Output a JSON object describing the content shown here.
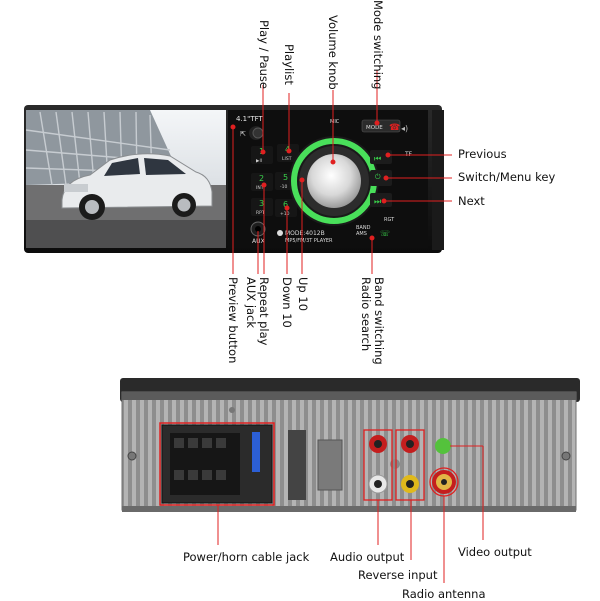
{
  "front": {
    "screen_size": "4.1\"TFT",
    "mic": "MIC",
    "mode_button": "MODE",
    "model": "MODE:4012B",
    "player_type": "MP5/FM/3T PLAYER",
    "aux": "AUX",
    "tf": "TF",
    "rgt": "RGT",
    "band_ams": "BAND\nAMS",
    "keys": [
      {
        "num": "1",
        "sub": "▶II"
      },
      {
        "num": "2",
        "sub": "INT"
      },
      {
        "num": "3",
        "sub": "RPT"
      },
      {
        "num": "4",
        "sub": "LIST"
      },
      {
        "num": "5",
        "sub": "-10"
      },
      {
        "num": "6",
        "sub": "+10"
      }
    ]
  },
  "labels": {
    "top": [
      "Play / Pause",
      "Playlist",
      "Volume knob",
      "Mode switching"
    ],
    "right": [
      "Previous",
      "Switch/Menu key",
      "Next"
    ],
    "bottom": [
      "Preview button",
      "Repeat play",
      "AUX jack",
      "Down 10",
      "Up 10",
      "Band switching",
      "Radio search"
    ]
  },
  "back_labels": {
    "power": "Power/horn cable jack",
    "audio": "Audio output",
    "reverse": "Reverse input",
    "radio": "Radio antenna",
    "video": "Video output"
  },
  "colors": {
    "accent_red": "#e02020",
    "ring_green": "#49e05a",
    "key_green": "#39d14b",
    "panel_black": "#111111",
    "chassis_gray": "#9a9a9a"
  }
}
